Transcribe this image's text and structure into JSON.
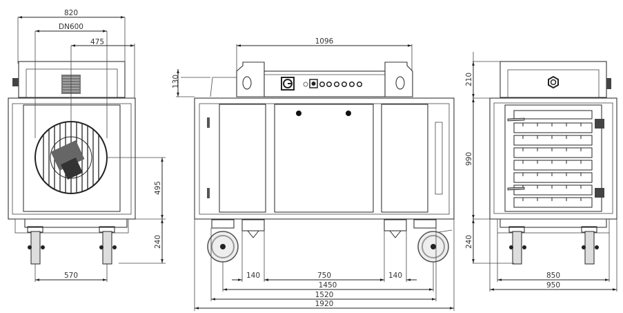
{
  "drawing": {
    "type": "orthographic three-view technical drawing",
    "subject": "mobile industrial unit on casters",
    "views": [
      {
        "name": "left-side-view",
        "dimensions": {
          "overall_width": "820",
          "duct_diameter": "DN600",
          "duct_offset": "475",
          "duct_center_height": "495",
          "base_height": "240",
          "caster_spacing": "570"
        }
      },
      {
        "name": "front-view",
        "dimensions": {
          "top_width": "1096",
          "top_height": "130",
          "leg_width_left": "140",
          "leg_spacing": "750",
          "leg_width_right": "140",
          "caster_centers": "1450",
          "frame_width": "1520",
          "overall_length": "1920"
        },
        "control_panel": {
          "main_switch": "rotary-switch",
          "indicator_count": 8
        }
      },
      {
        "name": "right-side-view",
        "dimensions": {
          "top_height": "210",
          "body_height": "990",
          "base_height": "240",
          "caster_spacing": "850",
          "overall_width": "950"
        },
        "louver_rows": 7
      }
    ]
  },
  "colors": {
    "line": "#222222",
    "text": "#333333",
    "background": "#ffffff",
    "wheel": "#999999"
  }
}
